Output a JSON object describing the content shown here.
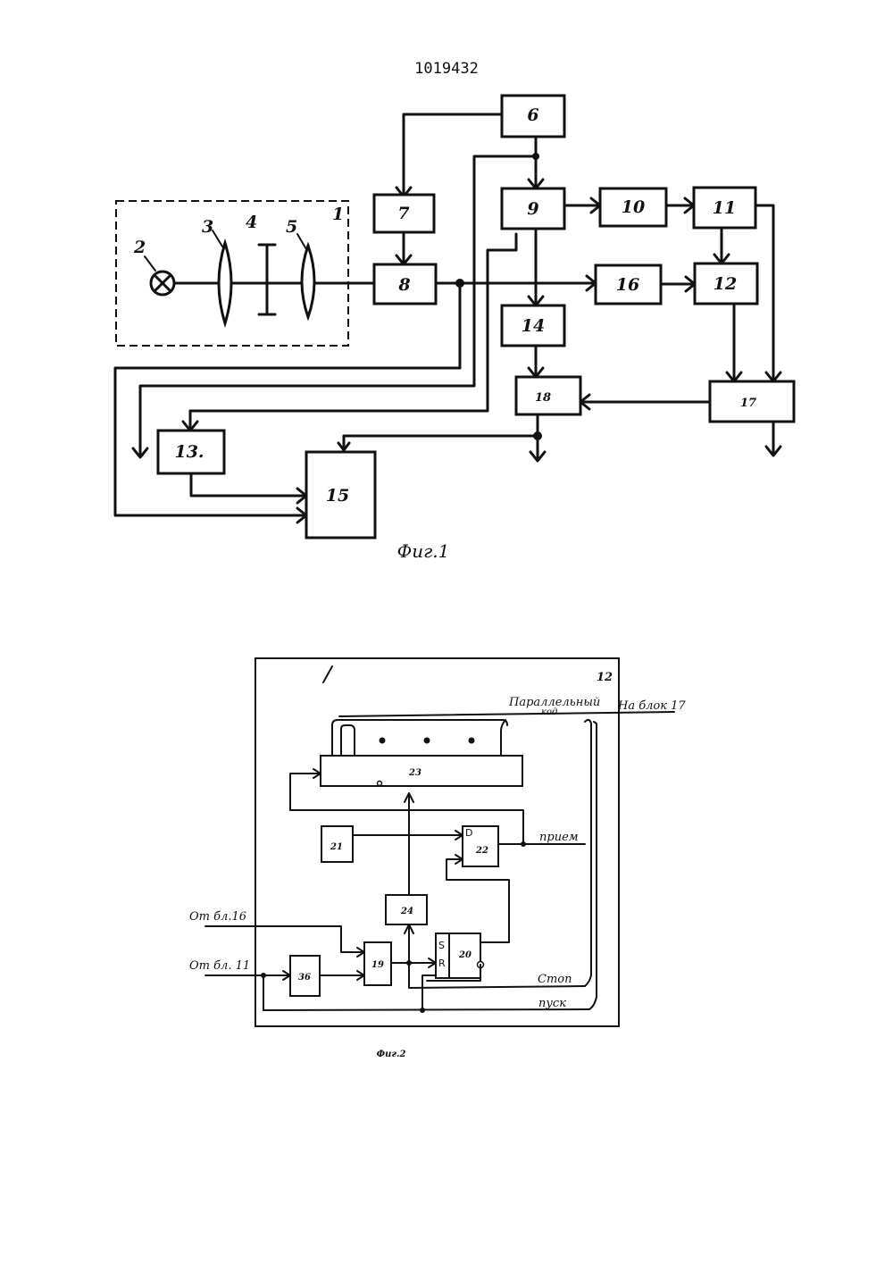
{
  "document": {
    "patent_number": "1019432"
  },
  "figure1": {
    "caption": "Фиг.1",
    "blocks": {
      "b1": "1",
      "b2": "2",
      "b3": "3",
      "b4": "4",
      "b5": "5",
      "b6": "6",
      "b7": "7",
      "b8": "8",
      "b9": "9",
      "b10": "10",
      "b11": "11",
      "b12": "12",
      "b13": "13.",
      "b14": "14",
      "b15": "15",
      "b16": "16",
      "b17": "17",
      "b18": "18"
    }
  },
  "figure2": {
    "caption": "Фиг.2",
    "frame_label": "12",
    "blocks": {
      "b19": "19",
      "b20": "20",
      "b21": "21",
      "b22": "22",
      "b23": "23",
      "b24": "24",
      "b36": "36"
    },
    "pins": {
      "s": "S",
      "r": "R",
      "d": "D"
    },
    "signals": {
      "parallel_code_1": "Параллельный",
      "parallel_code_2": "код",
      "to_block_17": "На блок 17",
      "receive": "прием",
      "from_block_16": "От бл.16",
      "from_block_11": "От бл. 11",
      "stop": "Стоп",
      "start": "пуск"
    }
  }
}
